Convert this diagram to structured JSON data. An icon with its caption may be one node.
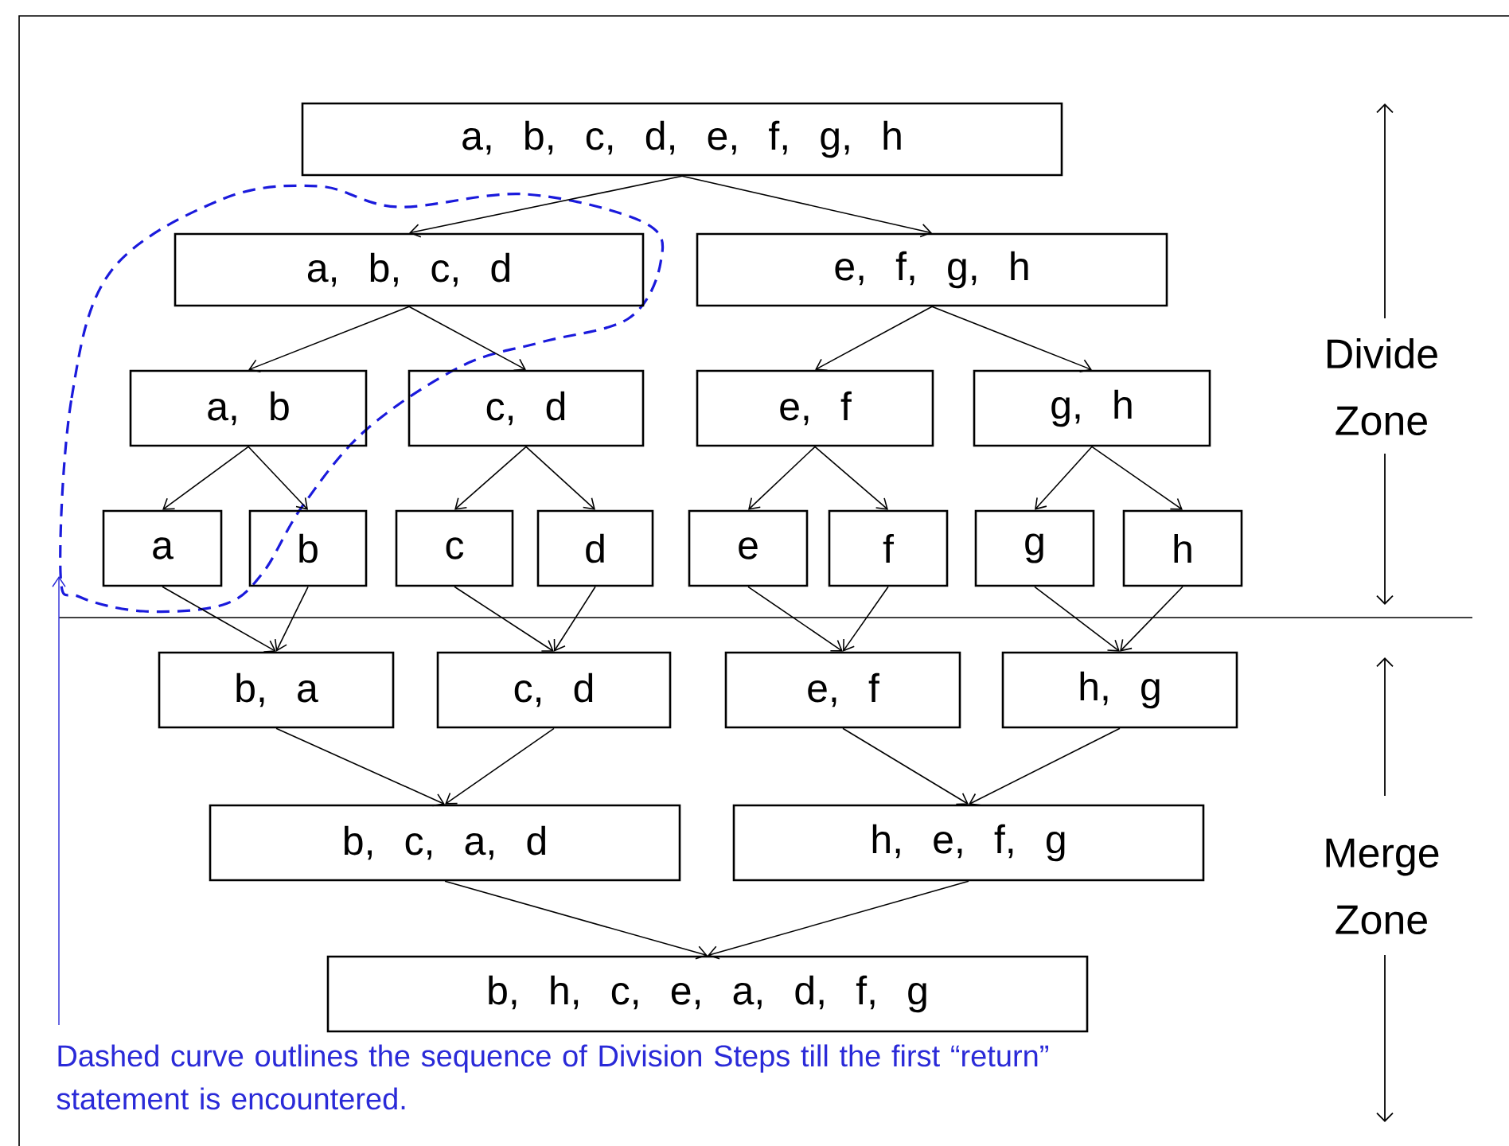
{
  "diagram": {
    "nodes": [
      {
        "text": [
          "a, b, c, d, e, f, g, h"
        ]
      },
      {
        "text": [
          "a, b, c, d"
        ]
      },
      {
        "text": [
          "e, f, g, h"
        ]
      },
      {
        "text": [
          "a, b"
        ]
      },
      {
        "text": [
          "c, d"
        ]
      },
      {
        "text": [
          "e, f"
        ]
      },
      {
        "text": [
          "g, h"
        ]
      },
      {
        "text": [
          "a"
        ]
      },
      {
        "text": [
          "b"
        ]
      },
      {
        "text": [
          "c"
        ]
      },
      {
        "text": [
          "d"
        ]
      },
      {
        "text": [
          "e"
        ]
      },
      {
        "text": [
          "f"
        ]
      },
      {
        "text": [
          "g"
        ]
      },
      {
        "text": [
          "h"
        ]
      },
      {
        "text": [
          "b, a"
        ]
      },
      {
        "text": [
          "c, d"
        ]
      },
      {
        "text": [
          "e, f"
        ]
      },
      {
        "text": [
          "h, g"
        ]
      },
      {
        "text": [
          "b, c, a, d"
        ]
      },
      {
        "text": [
          "h, e, f, g"
        ]
      },
      {
        "text": [
          "b, h, c, e, a, d, f, g"
        ]
      },
      {
        "text": [
          "Dashed curve outlines the sequence of Division Steps till the first “return” statement is encountered."
        ]
      }
    ],
    "edges": [
      {
        "from": 0,
        "to": 1,
        "arrow": "to"
      },
      {
        "from": 0,
        "to": 2,
        "arrow": "to"
      },
      {
        "from": 1,
        "to": 3,
        "arrow": "to"
      },
      {
        "from": 1,
        "to": 4,
        "arrow": "to"
      },
      {
        "from": 2,
        "to": 5,
        "arrow": "to"
      },
      {
        "from": 2,
        "to": 6,
        "arrow": "to"
      },
      {
        "from": 3,
        "to": 7,
        "arrow": "to"
      },
      {
        "from": 3,
        "to": 8,
        "arrow": "to"
      },
      {
        "from": 4,
        "to": 9,
        "arrow": "to"
      },
      {
        "from": 4,
        "to": 10,
        "arrow": "to"
      },
      {
        "from": 5,
        "to": 11,
        "arrow": "to"
      },
      {
        "from": 5,
        "to": 12,
        "arrow": "to"
      },
      {
        "from": 6,
        "to": 13,
        "arrow": "to"
      },
      {
        "from": 6,
        "to": 14,
        "arrow": "to"
      },
      {
        "from": 7,
        "to": 15,
        "arrow": "to"
      },
      {
        "from": 8,
        "to": 15,
        "arrow": "to"
      },
      {
        "from": 9,
        "to": 16,
        "arrow": "to"
      },
      {
        "from": 10,
        "to": 16,
        "arrow": "to"
      },
      {
        "from": 11,
        "to": 17,
        "arrow": "to"
      },
      {
        "from": 12,
        "to": 17,
        "arrow": "to"
      },
      {
        "from": 13,
        "to": 18,
        "arrow": "to"
      },
      {
        "from": 14,
        "to": 18,
        "arrow": "to"
      },
      {
        "from": 15,
        "to": 19,
        "arrow": "to"
      },
      {
        "from": 16,
        "to": 19,
        "arrow": "to"
      },
      {
        "from": 17,
        "to": 20,
        "arrow": "to"
      },
      {
        "from": 18,
        "to": 20,
        "arrow": "to"
      },
      {
        "from": 19,
        "to": 21,
        "arrow": "to"
      },
      {
        "from": 20,
        "to": 21,
        "arrow": "to"
      },
      {
        "from": 22,
        "to": null,
        "arrow": "to",
        "color": "#2a2ad8"
      }
    ],
    "labels": [
      "Divide Zone",
      "Merge Zone"
    ]
  }
}
